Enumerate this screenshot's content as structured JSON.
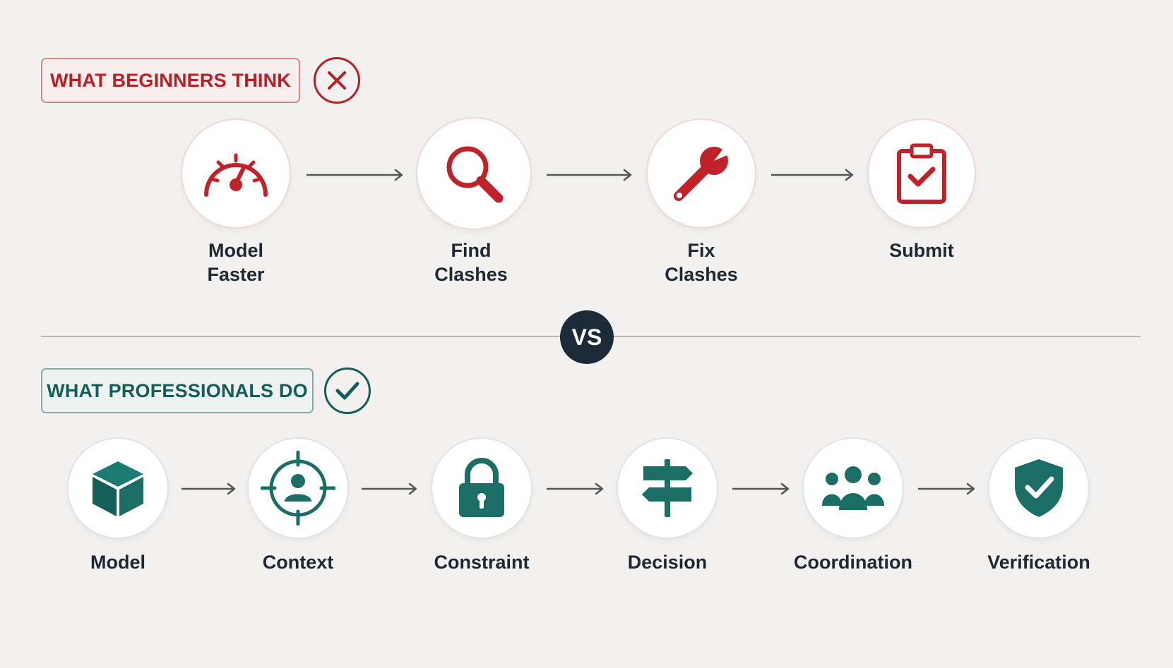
{
  "beginners": {
    "title": "WHAT BEGINNERS THINK",
    "status_icon": "x-circle-icon",
    "accent": "#b81f24",
    "steps": [
      {
        "label": "Model\nFaster",
        "icon": "speedometer-icon"
      },
      {
        "label": "Find\nClashes",
        "icon": "magnifier-icon"
      },
      {
        "label": "Fix\nClashes",
        "icon": "wrench-icon"
      },
      {
        "label": "Submit",
        "icon": "clipboard-check-icon"
      }
    ]
  },
  "divider": {
    "label": "VS"
  },
  "professionals": {
    "title": "WHAT PROFESSIONALS DO",
    "status_icon": "check-circle-icon",
    "accent": "#135e58",
    "steps": [
      {
        "label": "Model",
        "icon": "cube-icon"
      },
      {
        "label": "Context",
        "icon": "target-person-icon"
      },
      {
        "label": "Constraint",
        "icon": "padlock-icon"
      },
      {
        "label": "Decision",
        "icon": "signpost-icon"
      },
      {
        "label": "Coordination",
        "icon": "team-icon"
      },
      {
        "label": "Verification",
        "icon": "shield-check-icon"
      }
    ]
  }
}
